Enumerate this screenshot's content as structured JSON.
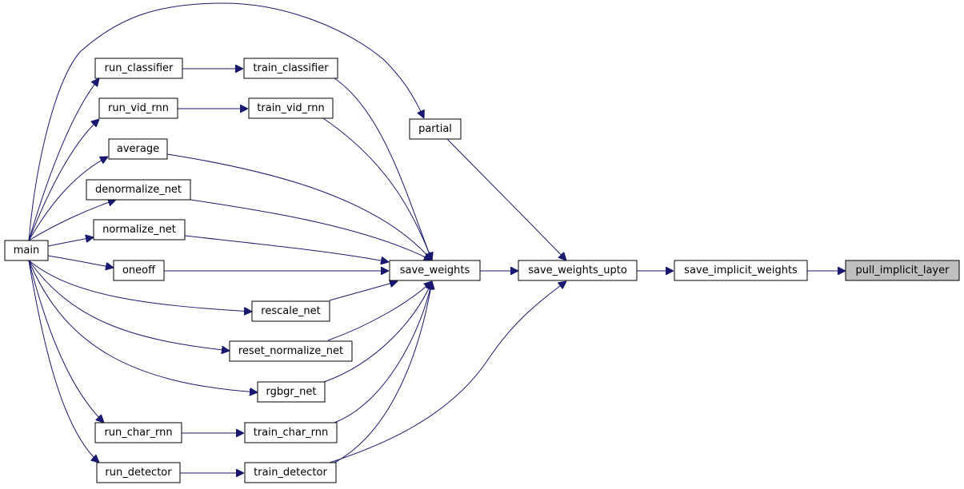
{
  "diagram": {
    "type": "call-graph",
    "edge_color": "#191970",
    "highlight_fill": "#bfbfbf",
    "nodes": {
      "main": "main",
      "run_classifier": "run_classifier",
      "train_classifier": "train_classifier",
      "run_vid_rnn": "run_vid_rnn",
      "train_vid_rnn": "train_vid_rnn",
      "partial": "partial",
      "average": "average",
      "denormalize_net": "denormalize_net",
      "normalize_net": "normalize_net",
      "oneoff": "oneoff",
      "save_weights": "save_weights",
      "save_weights_upto": "save_weights_upto",
      "save_implicit_weights": "save_implicit_weights",
      "pull_implicit_layer": "pull_implicit_layer",
      "rescale_net": "rescale_net",
      "reset_normalize_net": "reset_normalize_net",
      "rgbgr_net": "rgbgr_net",
      "run_char_rnn": "run_char_rnn",
      "train_char_rnn": "train_char_rnn",
      "run_detector": "run_detector",
      "train_detector": "train_detector"
    },
    "edges": [
      [
        "save_implicit_weights",
        "pull_implicit_layer"
      ],
      [
        "save_weights_upto",
        "save_implicit_weights"
      ],
      [
        "save_weights",
        "save_weights_upto"
      ],
      [
        "partial",
        "save_weights_upto"
      ],
      [
        "train_detector",
        "save_weights_upto"
      ],
      [
        "train_classifier",
        "save_weights"
      ],
      [
        "train_vid_rnn",
        "save_weights"
      ],
      [
        "average",
        "save_weights"
      ],
      [
        "denormalize_net",
        "save_weights"
      ],
      [
        "normalize_net",
        "save_weights"
      ],
      [
        "oneoff",
        "save_weights"
      ],
      [
        "rescale_net",
        "save_weights"
      ],
      [
        "reset_normalize_net",
        "save_weights"
      ],
      [
        "rgbgr_net",
        "save_weights"
      ],
      [
        "train_char_rnn",
        "save_weights"
      ],
      [
        "train_detector",
        "save_weights"
      ],
      [
        "run_classifier",
        "train_classifier"
      ],
      [
        "run_vid_rnn",
        "train_vid_rnn"
      ],
      [
        "run_char_rnn",
        "train_char_rnn"
      ],
      [
        "run_detector",
        "train_detector"
      ],
      [
        "main",
        "partial"
      ],
      [
        "main",
        "run_classifier"
      ],
      [
        "main",
        "run_vid_rnn"
      ],
      [
        "main",
        "average"
      ],
      [
        "main",
        "denormalize_net"
      ],
      [
        "main",
        "normalize_net"
      ],
      [
        "main",
        "oneoff"
      ],
      [
        "main",
        "rescale_net"
      ],
      [
        "main",
        "reset_normalize_net"
      ],
      [
        "main",
        "rgbgr_net"
      ],
      [
        "main",
        "run_char_rnn"
      ],
      [
        "main",
        "run_detector"
      ]
    ]
  }
}
